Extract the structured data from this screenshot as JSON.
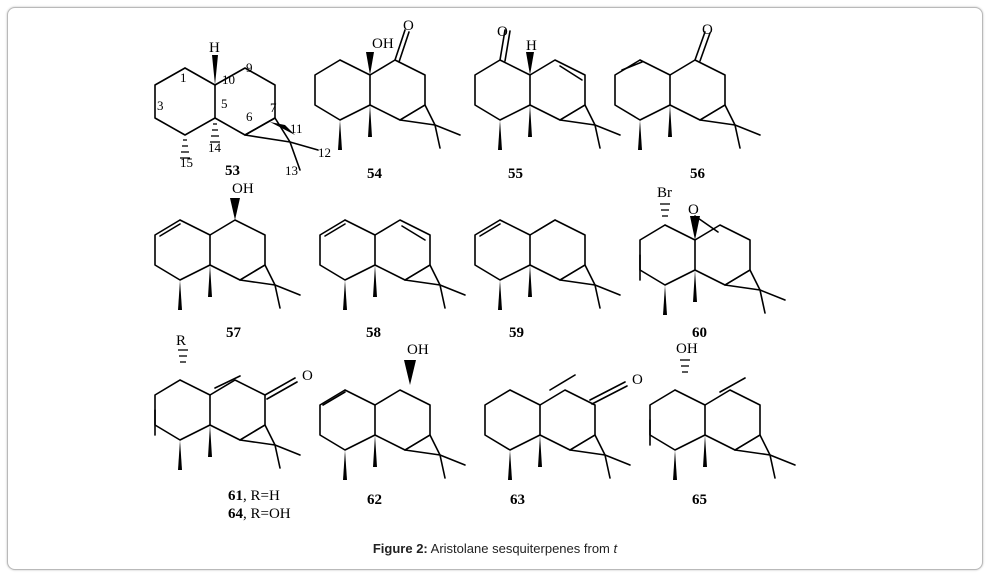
{
  "figure": {
    "caption_label": "Figure 2:",
    "caption_text": "Aristolane sesquiterpenes from",
    "caption_tail": "t"
  },
  "compounds": [
    {
      "id": "53",
      "label": "53"
    },
    {
      "id": "54",
      "label": "54"
    },
    {
      "id": "55",
      "label": "55"
    },
    {
      "id": "56",
      "label": "56"
    },
    {
      "id": "57",
      "label": "57"
    },
    {
      "id": "58",
      "label": "58"
    },
    {
      "id": "59",
      "label": "59"
    },
    {
      "id": "60",
      "label": "60"
    },
    {
      "id": "61",
      "label": "61",
      "suffix": ", R=H"
    },
    {
      "id": "64",
      "label": "64",
      "suffix": ", R=OH"
    },
    {
      "id": "62",
      "label": "62"
    },
    {
      "id": "63",
      "label": "63"
    },
    {
      "id": "65",
      "label": "65"
    }
  ],
  "atoms": {
    "H": "H",
    "OH": "OH",
    "O": "O",
    "Br": "Br",
    "R": "R"
  },
  "numbering_53": [
    "1",
    "9",
    "10",
    "5",
    "3",
    "6",
    "7",
    "11",
    "14",
    "15",
    "12",
    "13"
  ]
}
